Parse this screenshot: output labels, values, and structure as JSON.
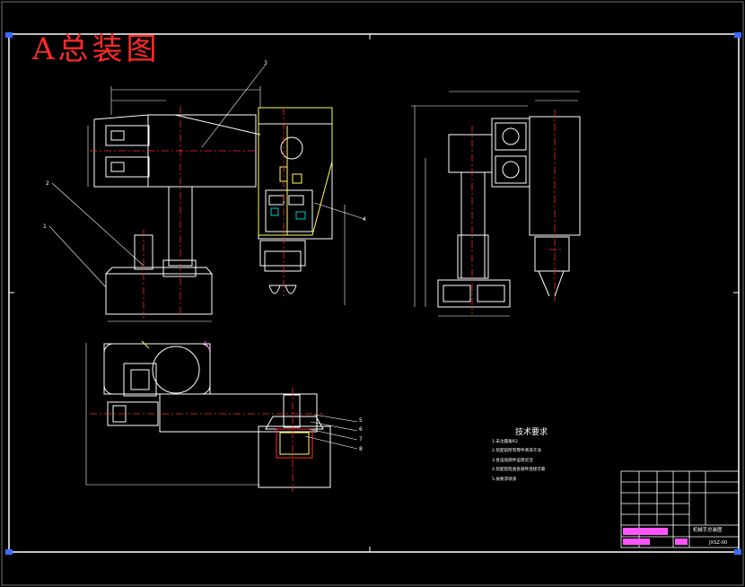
{
  "stamp": {
    "text": "A总装图"
  },
  "technical_requirements": {
    "title": "技术要求",
    "items": [
      "1.未注圆角R2",
      "2.装配前所有零件清洗干净",
      "3.各运动部件运转灵活",
      "4.装配后检查各部件连接可靠",
      "5.按要求喷漆"
    ]
  },
  "callouts": [
    "1",
    "2",
    "3",
    "4",
    "5",
    "6",
    "7",
    "8"
  ],
  "title_block": {
    "name": "机械手总装图",
    "code": "JXSZ-00"
  },
  "colors": {
    "background": "#000000",
    "line": "#ffffff",
    "centerline": "#ff2a2a",
    "detail": "#ffff55",
    "accent": "#ff55ff",
    "dimension": "#00c8c8"
  }
}
